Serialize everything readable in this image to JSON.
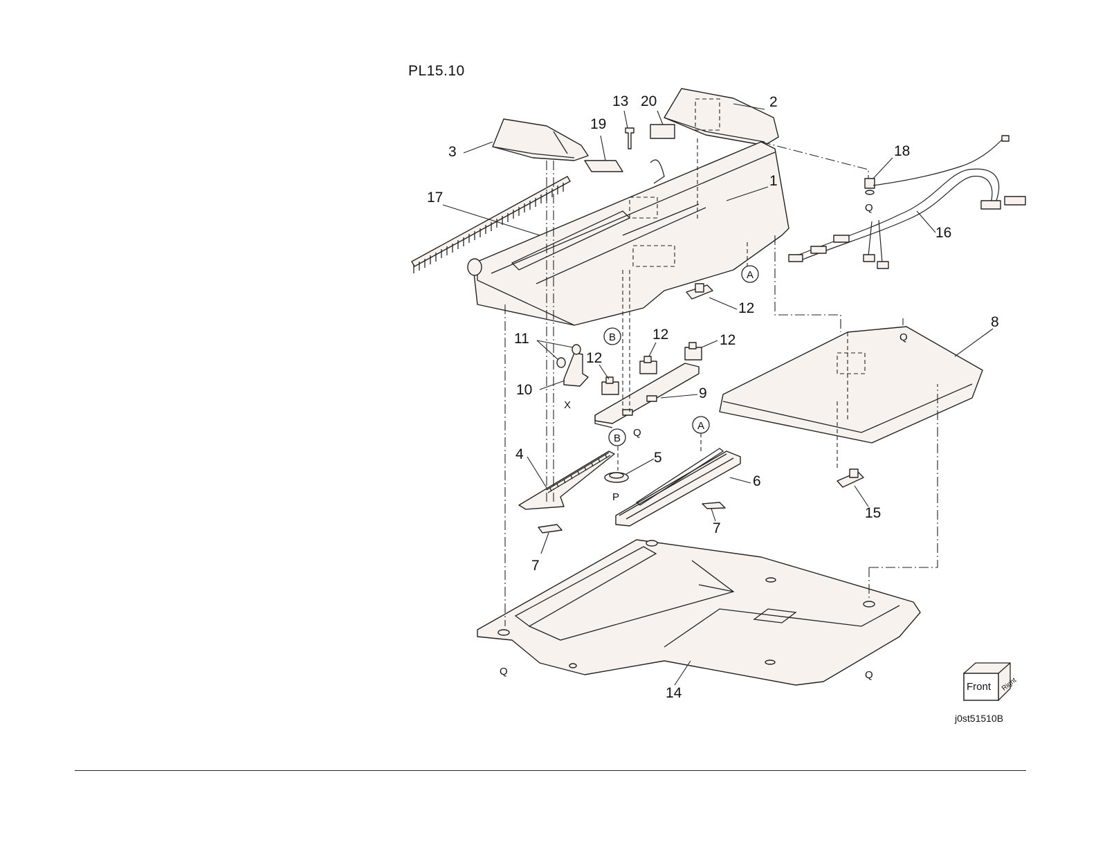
{
  "plate_title": "PL15.10",
  "doc_code": "j0st51510B",
  "orientation": {
    "front": "Front",
    "right": "Right"
  },
  "callouts": {
    "n1": "1",
    "n2": "2",
    "n3": "3",
    "n4": "4",
    "n5": "5",
    "n6": "6",
    "n7": "7",
    "n8": "8",
    "n9": "9",
    "n10": "10",
    "n11": "11",
    "n12": "12",
    "n13": "13",
    "n14": "14",
    "n15": "15",
    "n16": "16",
    "n17": "17",
    "n18": "18",
    "n19": "19",
    "n20": "20"
  },
  "refs": {
    "A": "A",
    "B": "B",
    "Q": "Q",
    "P": "P",
    "X": "X"
  }
}
